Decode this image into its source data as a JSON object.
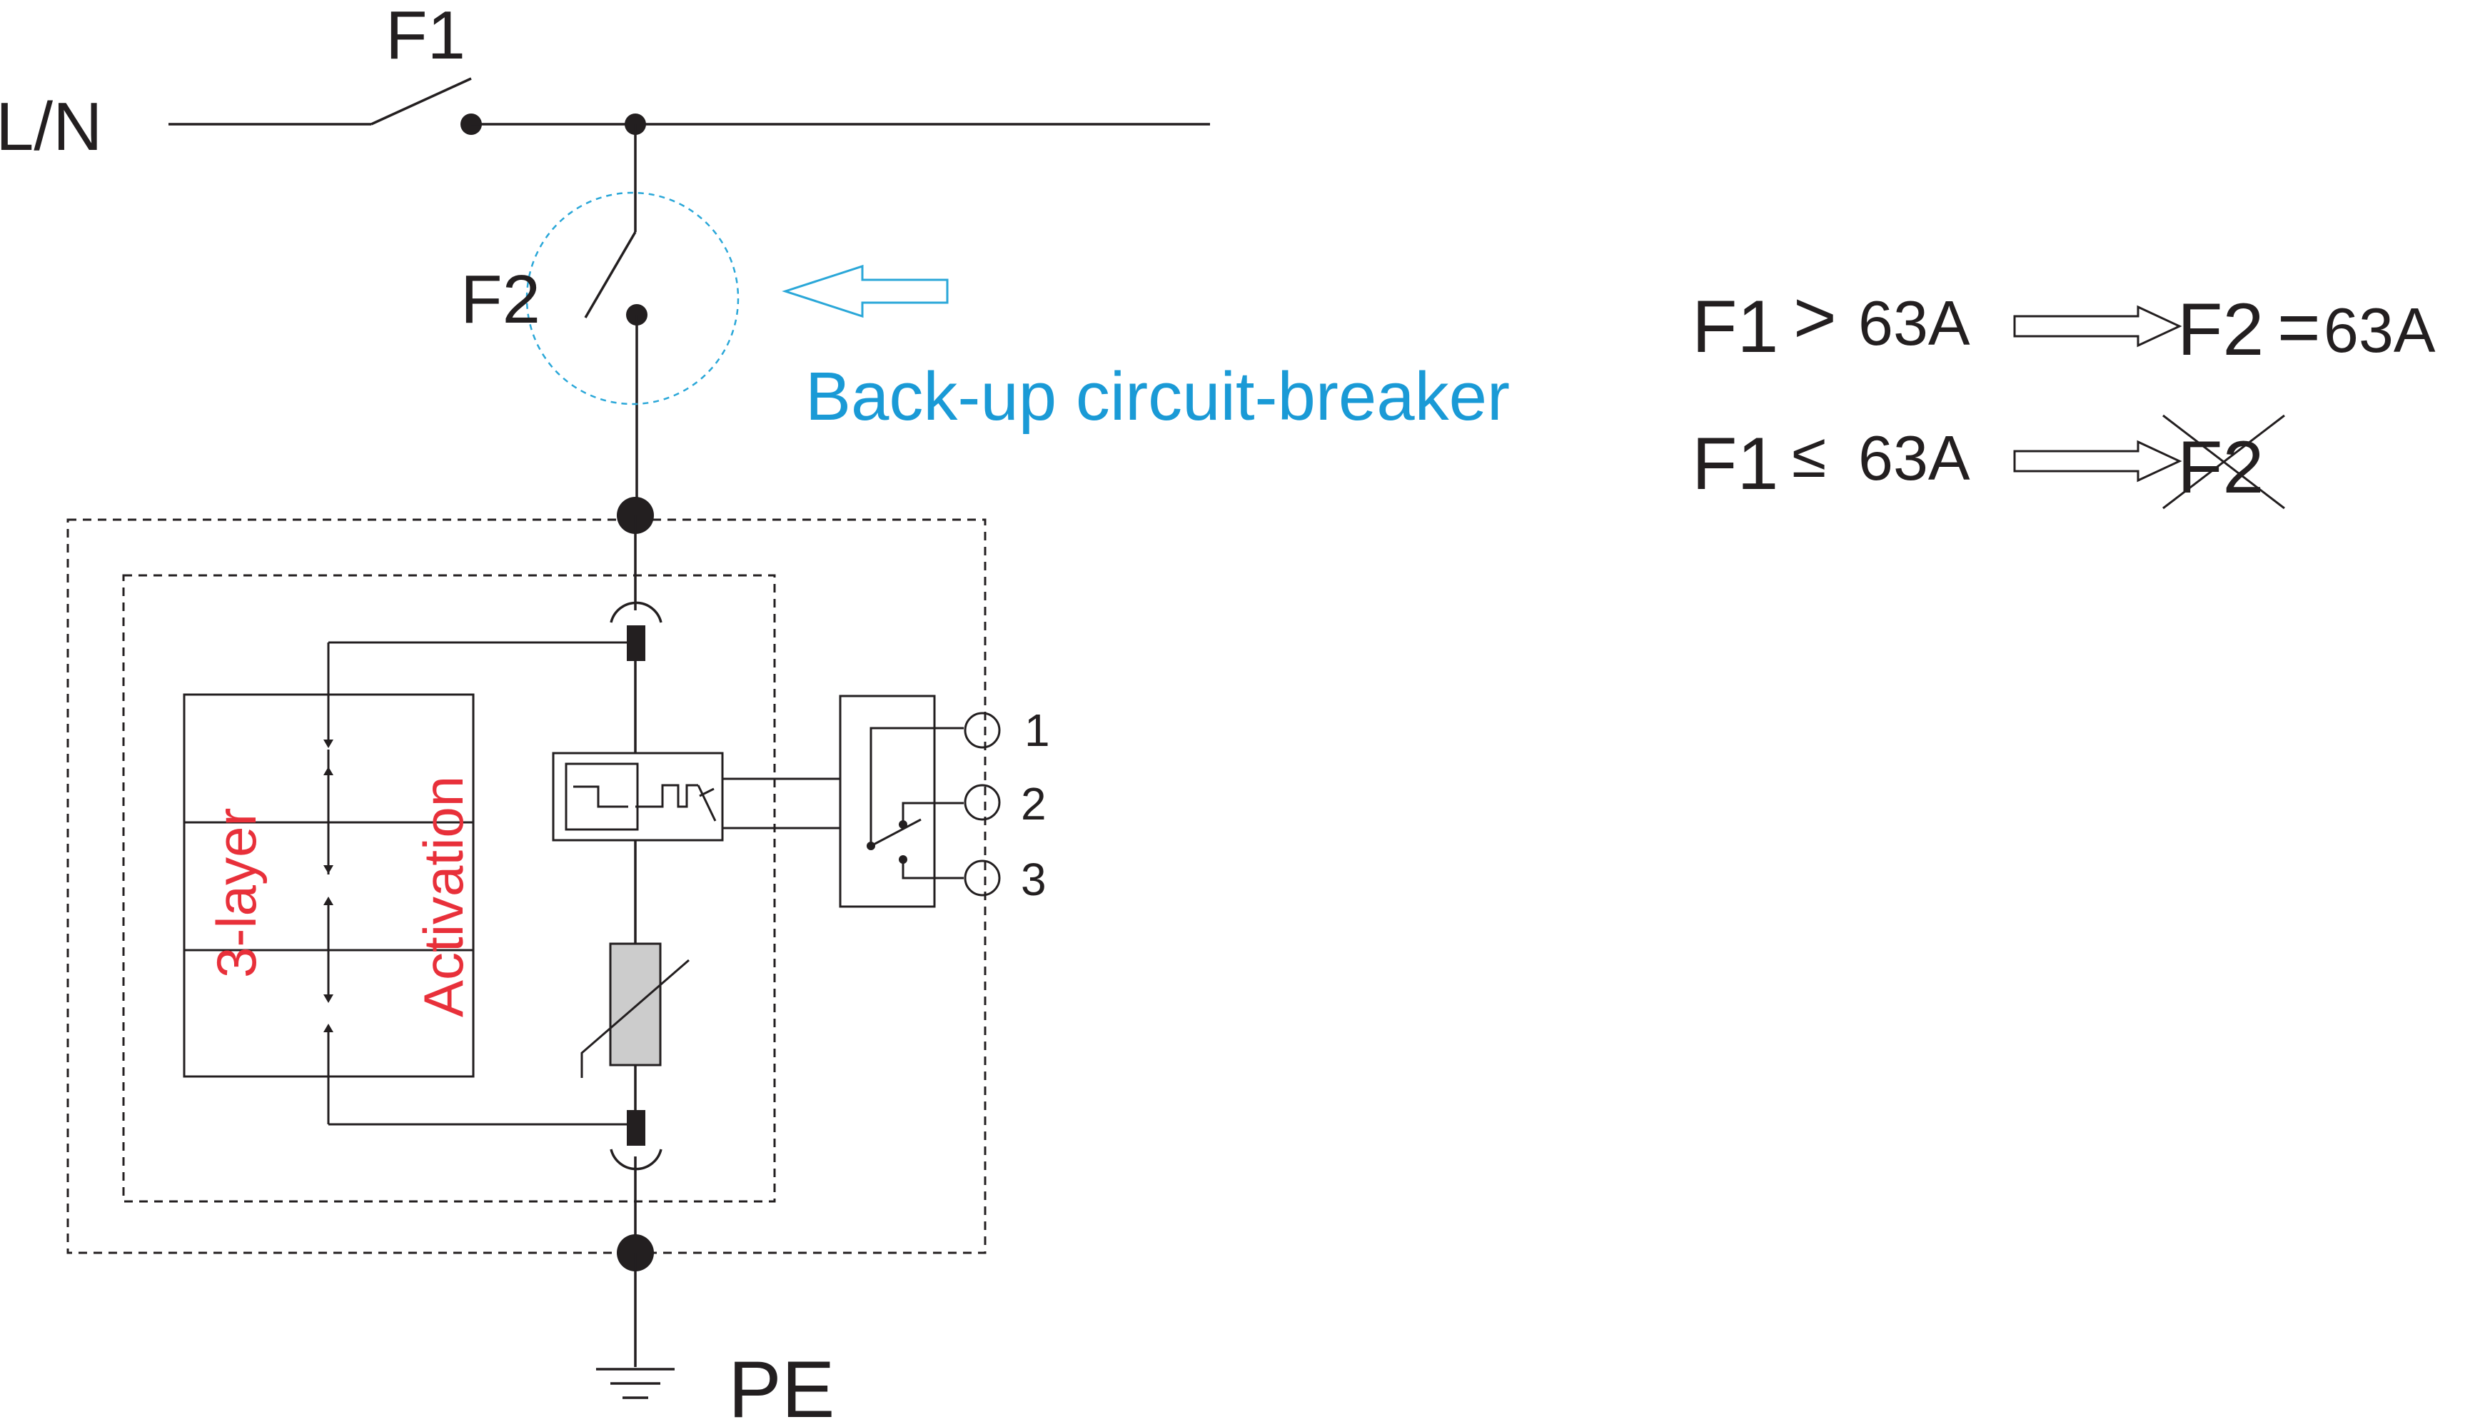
{
  "labels": {
    "line": "L/N",
    "f1": "F1",
    "f2": "F2",
    "backup": "Back-up circuit-breaker",
    "pe": "PE",
    "three_layer": "3-layer",
    "activation": "Activation",
    "term1": "1",
    "term2": "2",
    "term3": "3"
  },
  "rules": {
    "rule1": {
      "lhs": "F1",
      "op": ">",
      "value": "63A",
      "rhs": "F2",
      "rhs_op": "=",
      "rhs_value": "63A"
    },
    "rule2": {
      "lhs": "F1",
      "op": "≤",
      "value": "63A",
      "rhs": "F2",
      "rhs_struck": true
    }
  },
  "colors": {
    "ink": "#231f20",
    "blue": "#1a9ad6",
    "red": "#e8303a",
    "varistor_fill": "#cccccc"
  },
  "icons": {
    "ground": "ground-symbol",
    "arrow": "hollow-arrow",
    "breaker": "switch-contact",
    "varistor": "varistor-symbol",
    "thermal": "thermal-disconnector"
  }
}
